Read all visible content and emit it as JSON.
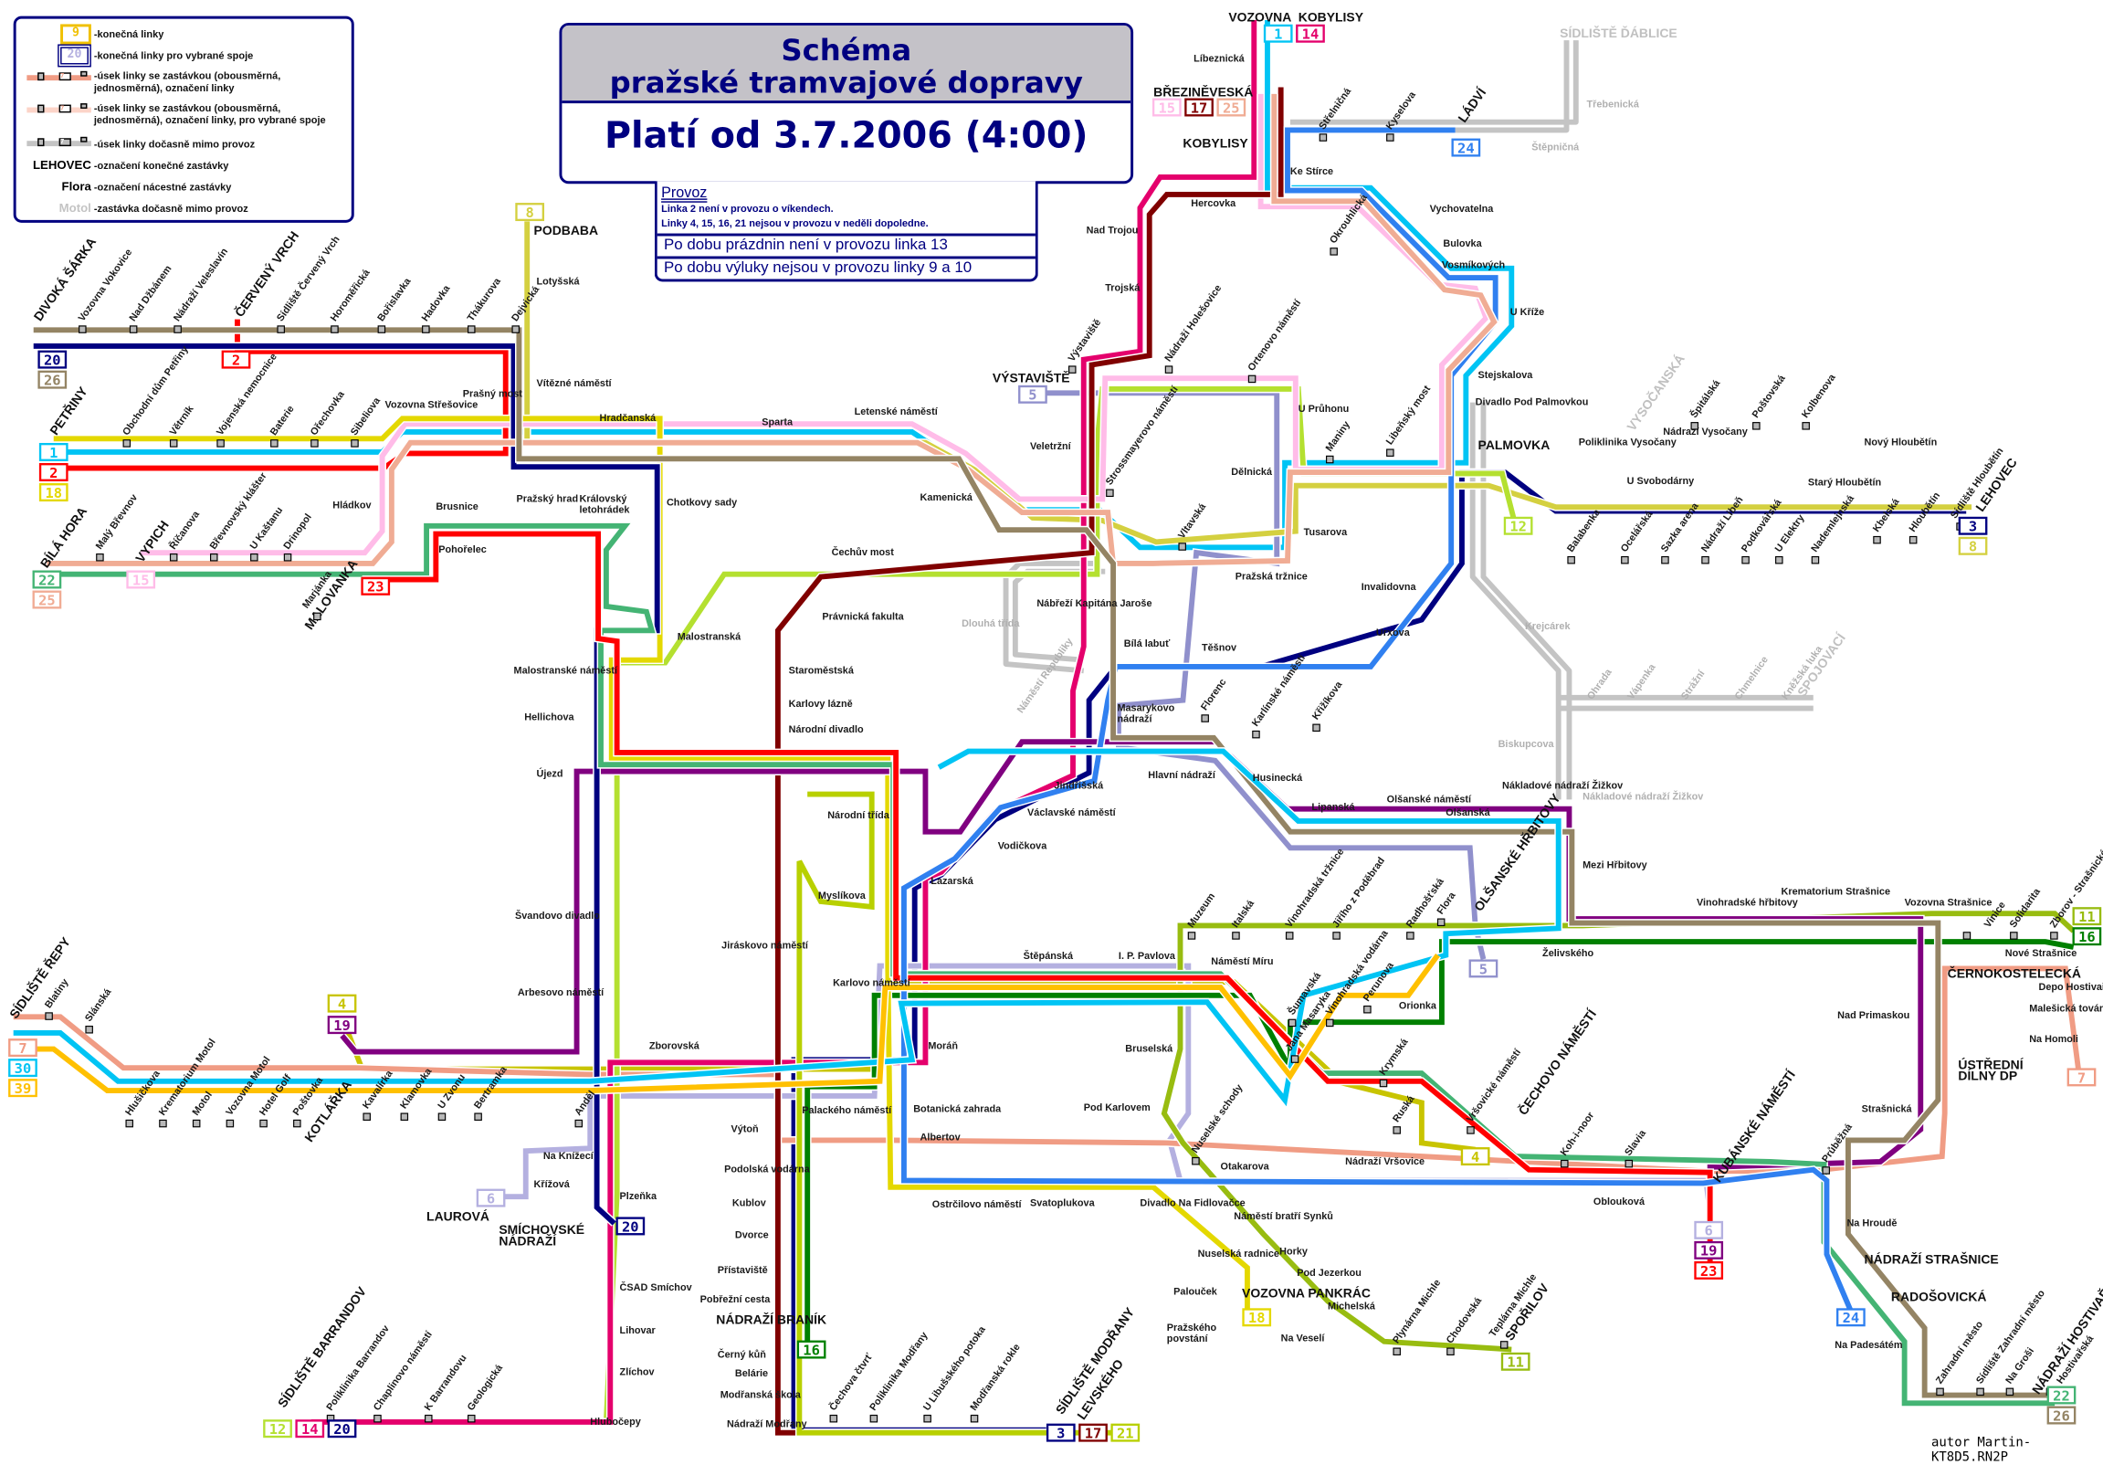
{
  "title": {
    "line1": "Schéma",
    "line2": "pražské tramvajové dopravy",
    "valid": "Platí od 3.7.2006 (4:00)"
  },
  "info": {
    "heading": "Provoz",
    "notes": [
      "Linka 2 není v provozu o víkendech.",
      "Linky 4, 15, 16, 21 nejsou v provozu v neděli dopoledne."
    ],
    "holiday": "Po dobu prázdnin není v provozu linka 13",
    "closure": "Po dobu výluky nejsou v provozu linky 9 a 10"
  },
  "legend": {
    "items": [
      {
        "sample": "9",
        "text": "-konečná linky"
      },
      {
        "sample": "20",
        "text": "-konečná linky pro vybrané spoje"
      },
      {
        "sample": "7",
        "text": "-úsek linky se zastávkou (obousměrná, jednosměrná), označení linky"
      },
      {
        "sample": "7",
        "text": "-úsek linky se zastávkou (obousměrná, jednosměrná), označení linky, pro vybrané spoje"
      },
      {
        "sample": "7",
        "text": "-úsek linky dočasně mimo provoz"
      },
      {
        "sample": "LEHOVEC",
        "text": "-označení konečné zastávky"
      },
      {
        "sample": "Flora",
        "text": "-označení nácestné zastávky"
      },
      {
        "sample": "Motol",
        "text": "-zastávka dočasně mimo provoz"
      }
    ]
  },
  "line_colors": {
    "1": "#00c4f4",
    "2": "#ff0000",
    "3": "#000080",
    "4": "#c8c400",
    "5": "#9090cc",
    "6": "#b4b0e0",
    "7": "#f09c84",
    "8": "#d4d040",
    "9": "#f0c000",
    "11": "#98bc10",
    "12": "#b4e030",
    "14": "#e4006c",
    "15": "#ffbce8",
    "16": "#008000",
    "17": "#800000",
    "18": "#e4d800",
    "19": "#800080",
    "20": "#000080",
    "21": "#b8d000",
    "22": "#44b474",
    "23": "#ff0000",
    "24": "#3080f0",
    "25": "#f0ac94",
    "26": "#948464",
    "30": "#00c4f4",
    "39": "#ffc000"
  },
  "closed_color": "#c4c4c4",
  "terminals": [
    "DIVOKÁ ŠÁRKA",
    "ČERVENÝ VRCH",
    "PETŘINY",
    "BÍLÁ HORA",
    "VYPICH",
    "MALOVANKA",
    "PODBABA",
    "VOZOVNA",
    "KOBYLISY",
    "BŘEZINĚVESKÁ",
    "KOBYLISY",
    "LÁDVÍ",
    "VÝSTAVIŠTĚ",
    "PALMOVKA",
    "LEHOVEC",
    "OLŠANSKÉ HŘBITOVY",
    "ČERNOKOSTELECKÁ",
    "ÚSTŘEDNÍ DÍLNY DP",
    "ČECHOVO NÁMĚSTÍ",
    "KUBÁNSKÉ NÁMĚSTÍ",
    "NÁDRAŽÍ STRAŠNICE",
    "RADOŠOVICKÁ",
    "NÁDRAŽÍ HOSTIVAŘ",
    "SPOŘILOV",
    "VOZOVNA PANKRÁC",
    "SÍDLIŠTĚ MODŘANY",
    "LEVSKÉHO",
    "NÁDRAŽÍ BRANÍK",
    "SÍDLIŠTĚ BARRANDOV",
    "SMÍCHOVSKÉ NÁDRAŽÍ",
    "LAUROVÁ",
    "KOTLÁŘKA",
    "SÍDLIŠTĚ ŘEPY"
  ],
  "closed_terminals": [
    "SÍDLIŠTĚ ĎÁBLICE",
    "VYSOČANSKÁ",
    "SPOJOVACÍ"
  ],
  "stops": [
    "Vozovna Vokovice",
    "Nad Džbánem",
    "Nádraží Veleslavín",
    "Sídliště Červený Vrch",
    "Horoměřická",
    "Bořislavka",
    "Hadovka",
    "Thákurova",
    "Dejvická",
    "Lotyšská",
    "Vítězné náměstí",
    "Obchodní dům Petřiny",
    "Větrník",
    "Vojenská nemocnice",
    "Baterie",
    "Ořechovka",
    "Sibeliova",
    "Vozovna Střešovice",
    "Prašný most",
    "Hradčanská",
    "Sparta",
    "Letenské náměstí",
    "Kamenická",
    "Chotkovy sady",
    "Malý Břevnov",
    "Říčanova",
    "Břevnovský klášter",
    "U Kaštanu",
    "Drinopol",
    "Marjánka",
    "Hládkov",
    "Brusnice",
    "Pražský hrad",
    "Královský letohrádek",
    "Pohořelec",
    "Malostranská",
    "Malostranské náměstí",
    "Hellichova",
    "Újezd",
    "Švandovo divadlo",
    "Arbesovo náměstí",
    "Zborovská",
    "Anděl",
    "Staroměstská",
    "Karlovy lázně",
    "Národní divadlo",
    "Národní třída",
    "Myslíkova",
    "Jiráskovo náměstí",
    "Karlovo náměstí",
    "Moráň",
    "Palackého náměstí",
    "Botanická zahrada",
    "Albertov",
    "Výtoň",
    "Podolská vodárna",
    "Kublov",
    "Dvorce",
    "Přístaviště",
    "Pobřežní cesta",
    "Černý kůň",
    "Belárie",
    "Modřanská škola",
    "Nádraží Modřany",
    "Čechův most",
    "Právnická fakulta",
    "Nábřeží Kapitána Jaroše",
    "Veletržní",
    "Strossmayerovo náměstí",
    "Výstaviště",
    "Nádraží Holešovice",
    "Ortenovo náměstí",
    "U Průhonu",
    "Libeňský most",
    "Dělnická",
    "Maniny",
    "Tusarova",
    "Vltavská",
    "Pražská tržnice",
    "Bílá labuť",
    "Těšnov",
    "Florenc",
    "Karlínské náměstí",
    "Křižíkova",
    "Urxova",
    "Invalidovna",
    "Masarykovo nádraží",
    "Jindřišská",
    "Hlavní nádraží",
    "Václavské náměstí",
    "Vodičkova",
    "Lazarská",
    "Husinecká",
    "Lipanská",
    "Olšanské náměstí",
    "Olšanská",
    "Nákladové nádraží Žižkov",
    "Mezi Hřbitovy",
    "Nad Trojou",
    "Trojská",
    "Hercovka",
    "Líbeznická",
    "Ke Stírce",
    "Střelničná",
    "Kyselova",
    "Okrouhlická",
    "Vychovatelna",
    "Bulovka",
    "Vosmíkových",
    "U Kříže",
    "Stejskalova",
    "Divadlo Pod Palmovkou",
    "Poliklinika Vysočany",
    "Nádraží Vysočany",
    "U Svobodárny",
    "Špitálská",
    "Poštovská",
    "Kolbenova",
    "Nový Hloubětín",
    "Starý Hloubětín",
    "Balabenka",
    "Ocelářská",
    "Sazka arena",
    "Nádraží Libeň",
    "Podkovářská",
    "U Elektry",
    "Nademlejnská",
    "Kbelská",
    "Hloubětín",
    "Sídliště Hloubětín",
    "Muzeum",
    "Italská",
    "Vinohradská tržnice",
    "Jiřího z Poděbrad",
    "Radhošťská",
    "Flora",
    "Štěpánská",
    "I. P. Pavlova",
    "Náměstí Míru",
    "Šumavská",
    "Vinohradská vodárna",
    "Perunova",
    "Orionka",
    "Jana Masaryka",
    "Krymská",
    "Ruská",
    "Vršovické náměstí",
    "Koh-i-noor",
    "Slavia",
    "Bruselská",
    "Pod Karlovem",
    "Nuselské schody",
    "Otakarova",
    "Nádraží Vršovice",
    "Oblouková",
    "Ostrčilovo náměstí",
    "Svatoplukova",
    "Divadlo Na Fidlovačce",
    "Náměstí bratří Synků",
    "Nuselská radnice",
    "Horky",
    "Pod Jezerkou",
    "Palouček",
    "Pražského povstání",
    "Na Veselí",
    "Michelská",
    "Plynárna Michle",
    "Chodovská",
    "Teplárna Michle",
    "Želivského",
    "Vinohradské hřbitovy",
    "Krematorium Strašnice",
    "Vozovna Strašnice",
    "Vinice",
    "Solidarita",
    "Zborov - Strašnické divadlo",
    "Nové Strašnice",
    "Depo Hostivař",
    "Malešická továrna",
    "Na Homoli",
    "Nad Primaskou",
    "Strašnická",
    "Průběžná",
    "Na Hroudě",
    "Na Padesátém",
    "Zahradní město",
    "Sídliště Zahradní město",
    "Na Groši",
    "Hostivařská",
    "Blatiny",
    "Slánská",
    "Hlušičkova",
    "Krematorium Motol",
    "Motol",
    "Vozovna Motol",
    "Hotel Golf",
    "Poštovka",
    "Kavalírka",
    "Klamovka",
    "U Zvonu",
    "Bertramka",
    "Na Knížecí",
    "Křížová",
    "Plzeňka",
    "ČSAD Smíchov",
    "Lihovar",
    "Zlíchov",
    "Hlubočepy",
    "Poliklinika Barrandov",
    "Chaplinovo náměstí",
    "K Barrandovu",
    "Geologická",
    "Čechova čtvrť",
    "Poliklinika Modřany",
    "U Libušského potoka",
    "Modřanská rokle"
  ],
  "closed_stops": [
    "Třebenická",
    "Štěpničná",
    "Dlouhá třída",
    "Náměstí Republiky",
    "Krejcárek",
    "Biskupcova",
    "Ohrada",
    "Vápenka",
    "Strážní",
    "Chmelnice",
    "Kněžská luka",
    "Nákladové nádraží Žižkov"
  ],
  "route_boxes": [
    {
      "line": "20"
    },
    {
      "line": "26"
    },
    {
      "line": "2"
    },
    {
      "line": "1"
    },
    {
      "line": "2"
    },
    {
      "line": "18"
    },
    {
      "line": "22"
    },
    {
      "line": "25"
    },
    {
      "line": "15"
    },
    {
      "line": "23"
    },
    {
      "line": "8"
    },
    {
      "line": "1"
    },
    {
      "line": "14"
    },
    {
      "line": "15"
    },
    {
      "line": "17"
    },
    {
      "line": "25"
    },
    {
      "line": "24"
    },
    {
      "line": "5"
    },
    {
      "line": "12"
    },
    {
      "line": "3"
    },
    {
      "line": "8"
    },
    {
      "line": "5"
    },
    {
      "line": "11"
    },
    {
      "line": "16"
    },
    {
      "line": "7"
    },
    {
      "line": "4"
    },
    {
      "line": "6"
    },
    {
      "line": "19"
    },
    {
      "line": "23"
    },
    {
      "line": "24"
    },
    {
      "line": "22"
    },
    {
      "line": "26"
    },
    {
      "line": "11"
    },
    {
      "line": "18"
    },
    {
      "line": "16"
    },
    {
      "line": "3"
    },
    {
      "line": "17"
    },
    {
      "line": "21"
    },
    {
      "line": "12"
    },
    {
      "line": "14"
    },
    {
      "line": "20"
    },
    {
      "line": "6"
    },
    {
      "line": "20"
    },
    {
      "line": "7"
    },
    {
      "line": "30"
    },
    {
      "line": "39"
    },
    {
      "line": "4"
    },
    {
      "line": "19"
    }
  ],
  "author": "autor Martin-KT8D5.RN2P"
}
